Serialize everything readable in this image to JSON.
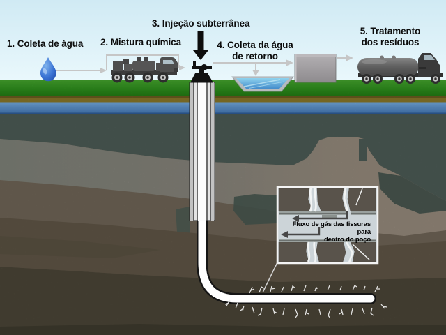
{
  "diagram": {
    "steps": [
      {
        "id": "coleta-de-agua",
        "label": "1. Coleta de água"
      },
      {
        "id": "mistura-quimica",
        "label": "2. Mistura química"
      },
      {
        "id": "injecao-subterranea",
        "label": "3. Injeção subterrânea"
      },
      {
        "id": "coleta-agua-retorno",
        "label": "4. Coleta da água\nde retorno"
      },
      {
        "id": "tratamento-residuos",
        "label": "5. Tratamento\ndos resíduos"
      }
    ],
    "inset": {
      "caption": "Fluxo de gás das fissuras para\ndentro do poço"
    },
    "palette": {
      "sky": "#d8eef6",
      "grass": "#2f9220",
      "soil_band": "#877629",
      "aquifer": "#5d97d1",
      "rock_slate": "#4c5a55",
      "rock_gray": "#7d8177",
      "rock_tan": "#93897b",
      "rock_brown": "#6e6456",
      "rock_deep_brown": "#5f5546",
      "rock_olive": "#4a4537",
      "pond_water": "#4a9ad4",
      "water_drop": "#2b63c9",
      "arrow_gray": "#c6c6c6",
      "machinery_gray": "#4a4a4a",
      "well_black": "#111111",
      "inset_bg": "#ccd4d8",
      "inset_rock": "#59534b"
    }
  }
}
